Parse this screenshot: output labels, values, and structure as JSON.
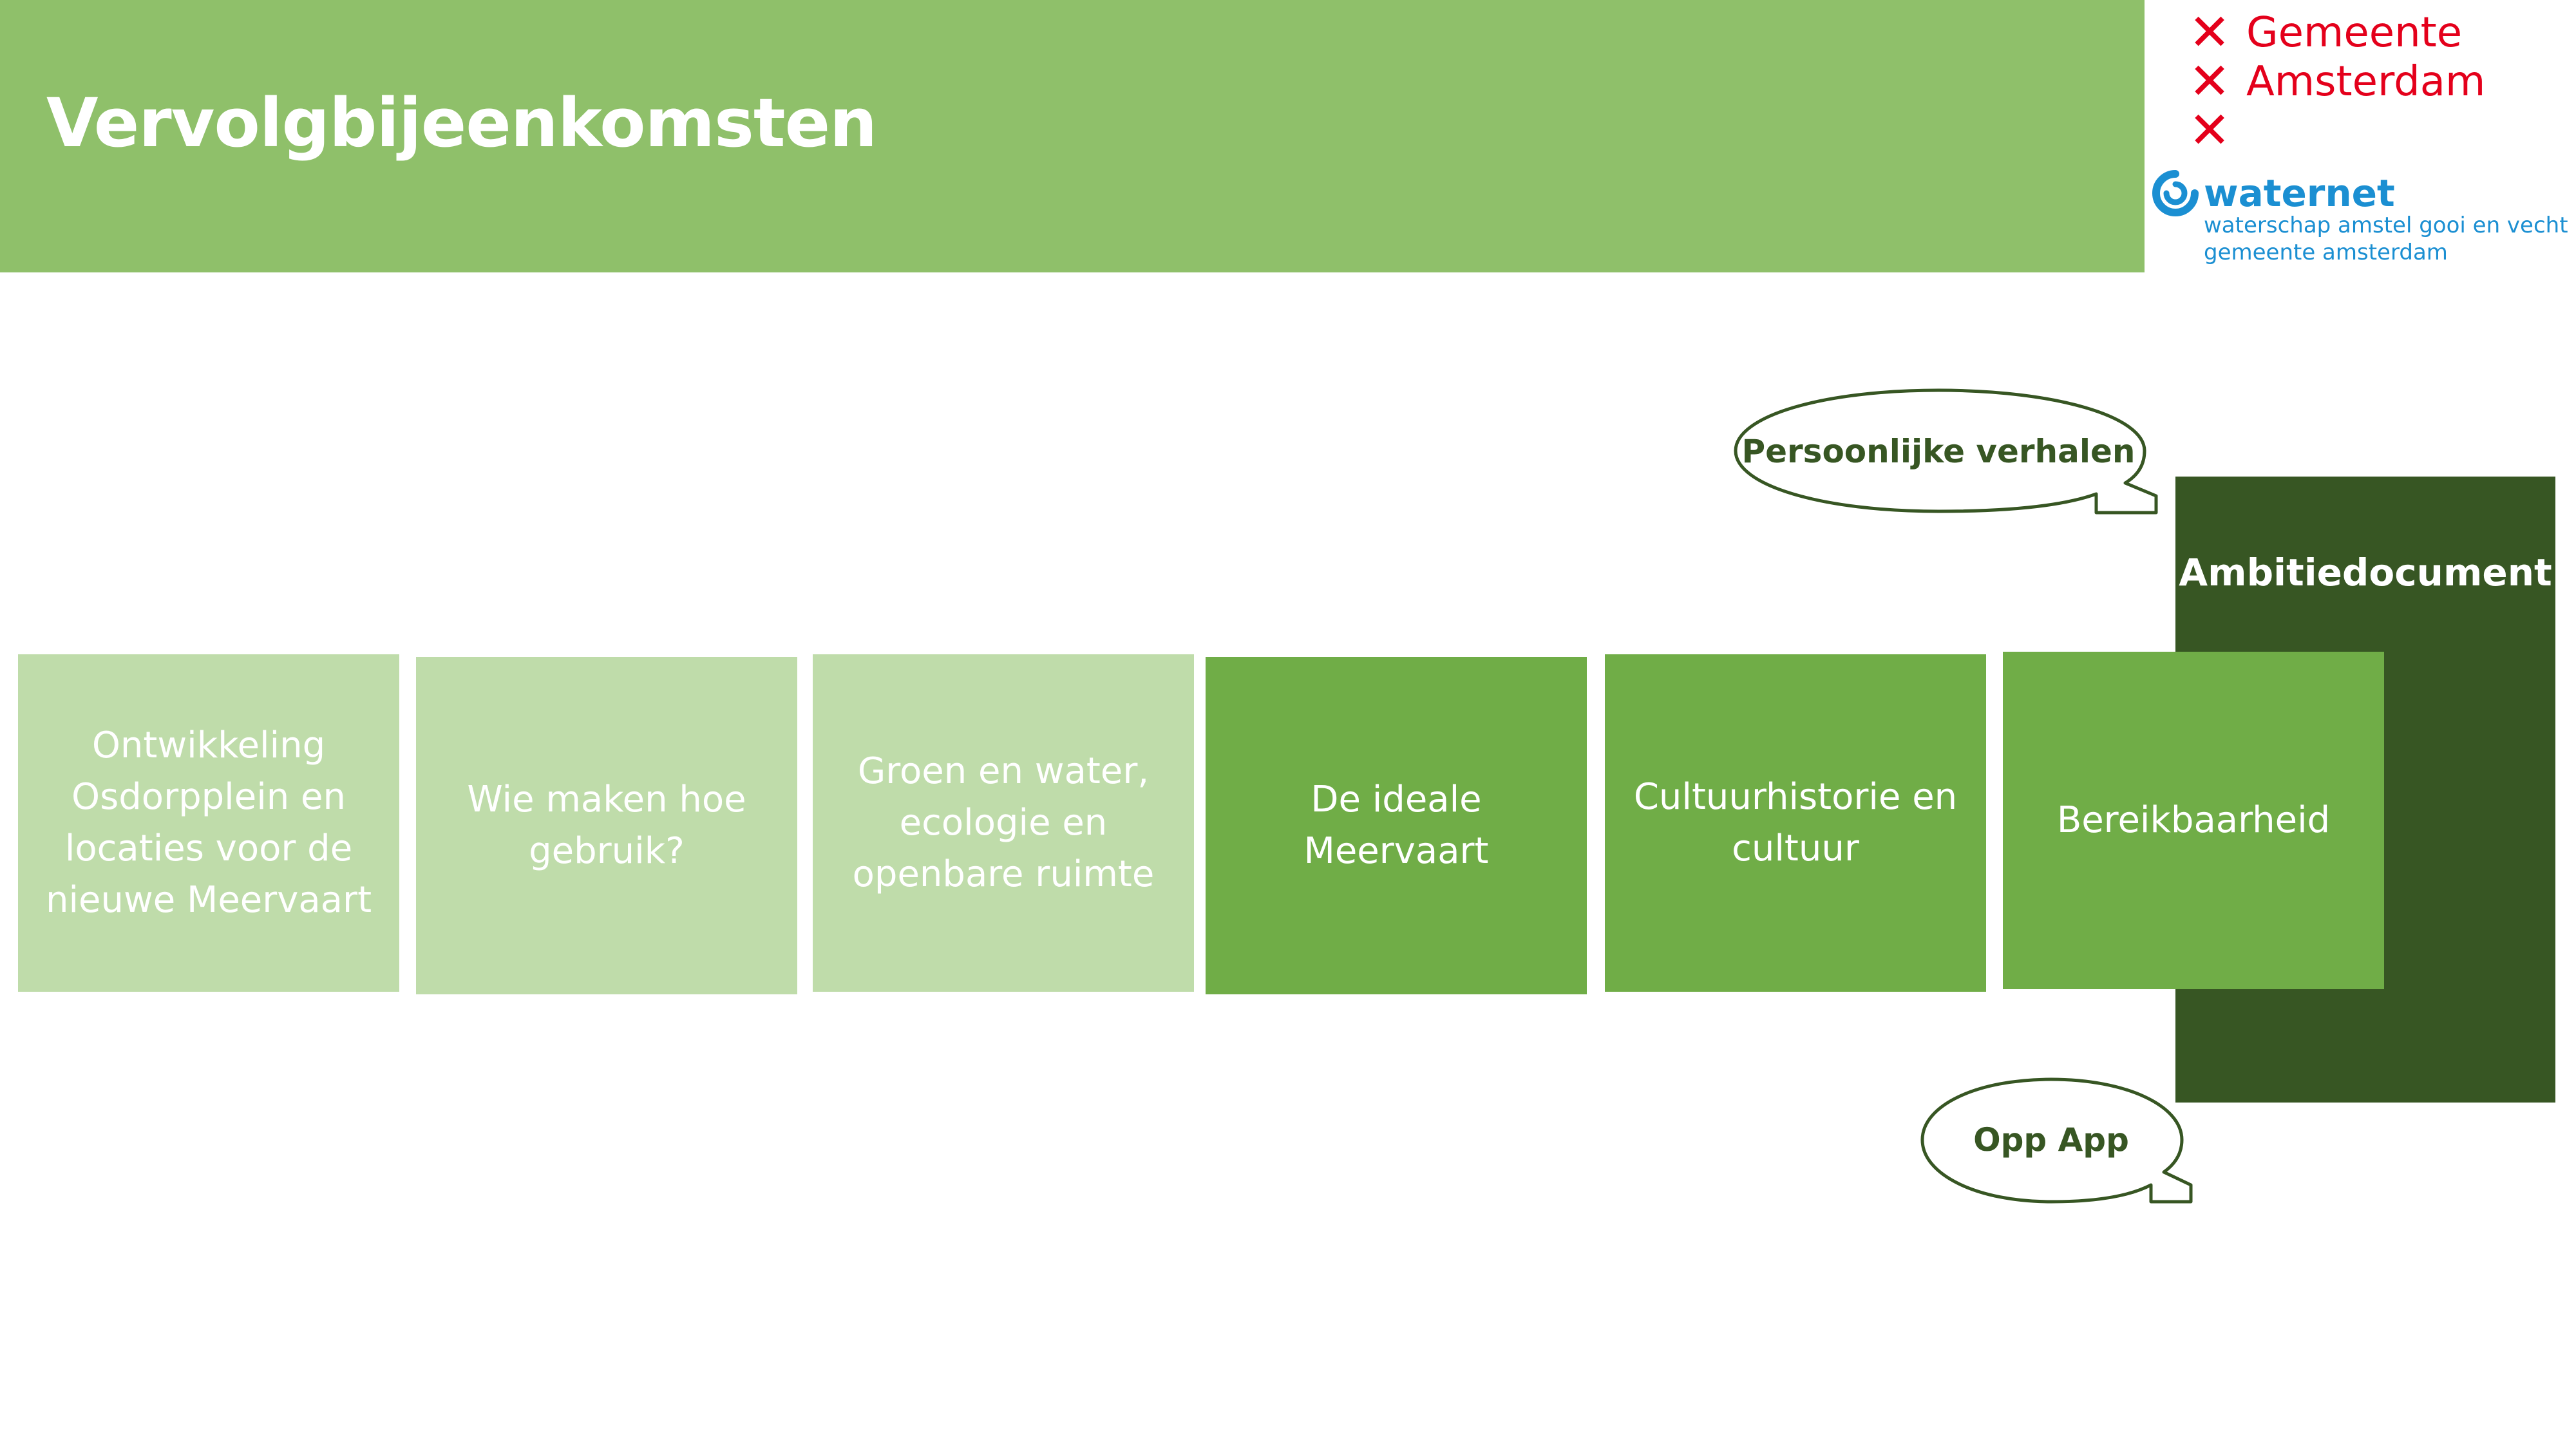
{
  "header": {
    "title": "Vervolgbijeenkomsten"
  },
  "logo": {
    "gemeente": [
      "Gemeente",
      "Amsterdam",
      ""
    ],
    "waternet_name": "waternet",
    "waternet_sub1": "waterschap amstel gooi en vecht",
    "waternet_sub2": "gemeente amsterdam"
  },
  "steps": [
    {
      "label": "Ontwikkeling Osdorpplein en locaties voor de nieuwe Meervaart",
      "style": "light"
    },
    {
      "label": "Wie maken hoe gebruik?",
      "style": "light"
    },
    {
      "label": "Groen en water, ecologie en openbare ruimte",
      "style": "light"
    },
    {
      "label": "De ideale Meervaart",
      "style": "mid"
    },
    {
      "label": "Cultuurhistorie en cultuur",
      "style": "mid"
    },
    {
      "label": "Bereikbaarheid",
      "style": "mid"
    }
  ],
  "ambitie": {
    "label": "Ambitiedocument"
  },
  "bubbles": {
    "top": "Persoonlijke verhalen",
    "bottom": "Opp App"
  },
  "colors": {
    "header_green": "#8fc06a",
    "light_green": "#bfdcaa",
    "mid_green": "#70ad47",
    "dark_green": "#375623",
    "gemeente_red": "#e4001b",
    "waternet_blue": "#1b8fd2"
  }
}
